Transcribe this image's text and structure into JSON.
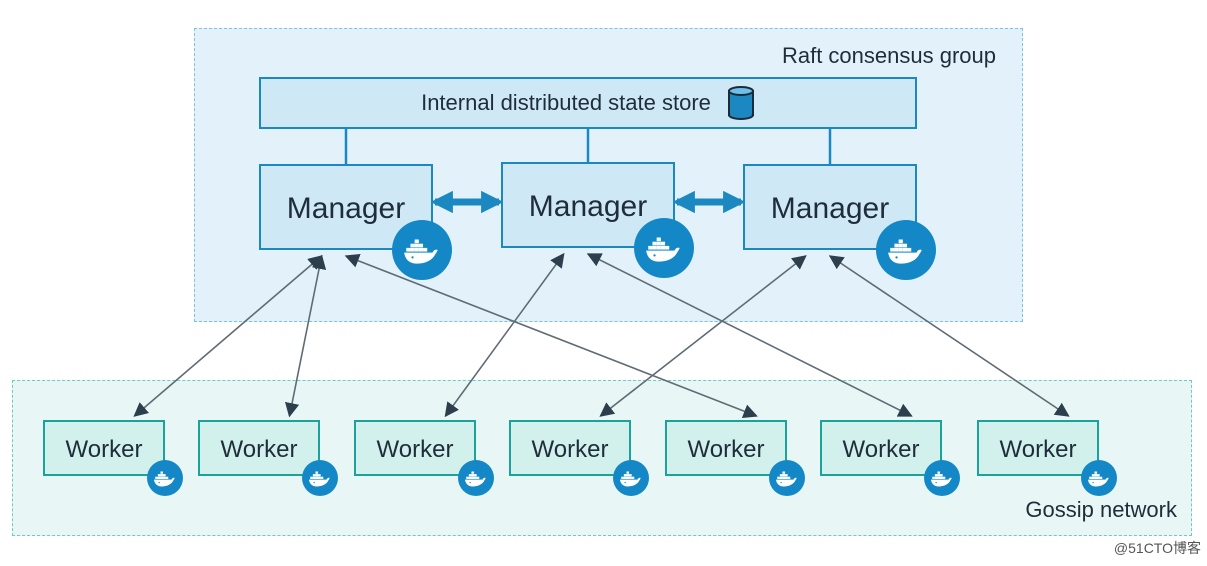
{
  "raft_group": {
    "label": "Raft consensus group"
  },
  "gossip_group": {
    "label": "Gossip network"
  },
  "state_store": {
    "label": "Internal distributed state store",
    "icon": "database-icon"
  },
  "managers": [
    {
      "label": "Manager",
      "icon": "docker-whale-icon"
    },
    {
      "label": "Manager",
      "icon": "docker-whale-icon"
    },
    {
      "label": "Manager",
      "icon": "docker-whale-icon"
    }
  ],
  "workers": [
    {
      "label": "Worker",
      "icon": "docker-whale-icon"
    },
    {
      "label": "Worker",
      "icon": "docker-whale-icon"
    },
    {
      "label": "Worker",
      "icon": "docker-whale-icon"
    },
    {
      "label": "Worker",
      "icon": "docker-whale-icon"
    },
    {
      "label": "Worker",
      "icon": "docker-whale-icon"
    },
    {
      "label": "Worker",
      "icon": "docker-whale-icon"
    },
    {
      "label": "Worker",
      "icon": "docker-whale-icon"
    }
  ],
  "manager_links": [
    {
      "from": 0,
      "to": 1
    },
    {
      "from": 1,
      "to": 2
    }
  ],
  "worker_links": [
    {
      "worker": 0,
      "manager": 0
    },
    {
      "worker": 1,
      "manager": 0
    },
    {
      "worker": 4,
      "manager": 0
    },
    {
      "worker": 2,
      "manager": 1
    },
    {
      "worker": 5,
      "manager": 1
    },
    {
      "worker": 3,
      "manager": 2
    },
    {
      "worker": 6,
      "manager": 2
    }
  ],
  "colors": {
    "manager_border": "#1c88c2",
    "worker_border": "#1aa39a",
    "docker_blue": "#1488c6",
    "link_gray": "#5f6b75"
  },
  "watermark": "@51CTO博客"
}
